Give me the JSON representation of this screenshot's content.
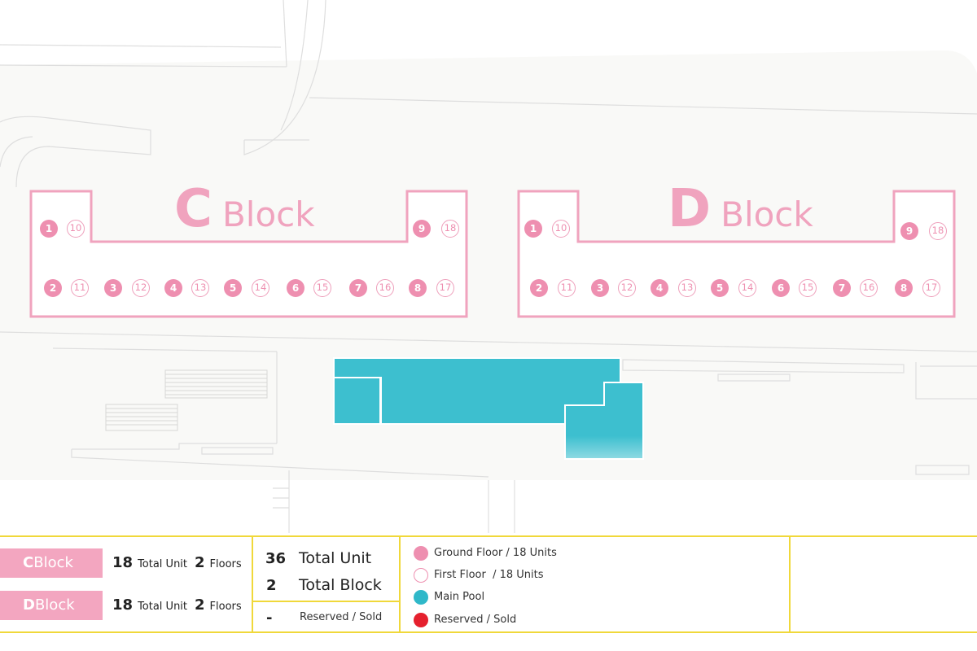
{
  "blocks": {
    "c": {
      "letter": "C",
      "word": "Block",
      "ground_units": [
        "1",
        "2",
        "3",
        "4",
        "5",
        "6",
        "7",
        "8",
        "9"
      ],
      "first_units": [
        "10",
        "11",
        "12",
        "13",
        "14",
        "15",
        "16",
        "17",
        "18"
      ]
    },
    "d": {
      "letter": "D",
      "word": "Block",
      "ground_units": [
        "1",
        "2",
        "3",
        "4",
        "5",
        "6",
        "7",
        "8",
        "9"
      ],
      "first_units": [
        "10",
        "11",
        "12",
        "13",
        "14",
        "15",
        "16",
        "17",
        "18"
      ]
    }
  },
  "summary": {
    "c_block": {
      "tag_letter": "C",
      "tag_word": "Block",
      "units": "18",
      "units_label": "Total Unit",
      "floors": "2",
      "floors_label": "Floors"
    },
    "d_block": {
      "tag_letter": "D",
      "tag_word": "Block",
      "units": "18",
      "units_label": "Total Unit",
      "floors": "2",
      "floors_label": "Floors"
    },
    "total_units": "36",
    "total_units_label": "Total Unit",
    "total_blocks": "2",
    "total_blocks_label": "Total Block",
    "reserved_value": "-",
    "reserved_label": "Reserved / Sold"
  },
  "legend": [
    {
      "label": "Ground Floor / 18 Units",
      "style": "filled",
      "color": "#ee8fb0"
    },
    {
      "label": "First Floor  / 18 Units",
      "style": "outline",
      "color": "#ee8fb0"
    },
    {
      "label": "Main Pool",
      "style": "filled",
      "color": "#2fb8c9"
    },
    {
      "label": "Reserved / Sold",
      "style": "filled",
      "color": "#e5202e"
    }
  ],
  "colors": {
    "block_outline": "#f0a3be",
    "pool": "#3dbfcf",
    "divider": "#f0d83a",
    "ground_fill": "#ee8fb0"
  }
}
